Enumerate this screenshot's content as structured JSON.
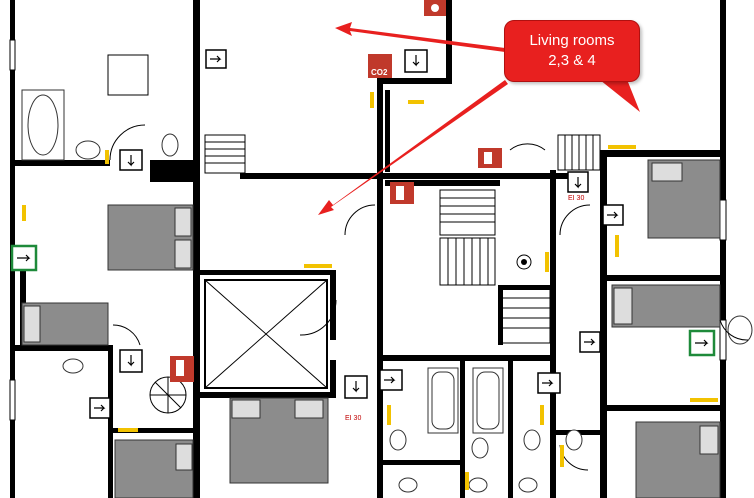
{
  "callout": {
    "line1": "Living rooms",
    "line2": "2,3 & 4",
    "color": "#e8201f"
  },
  "labels": {
    "co2": "CO2",
    "fire_rating_1": "EI 30",
    "fire_rating_2": "EI 30"
  },
  "colors": {
    "wall": "#000000",
    "furniture": "#8c8c8c",
    "extinguisher": "#c0392b",
    "exit_sign_green": "#1e8a3a",
    "door_marker_yellow": "#f2c200"
  },
  "icons": [
    "fire-extinguisher-icon",
    "co2-extinguisher-icon",
    "smoke-detector-icon",
    "exit-sign-icon",
    "emergency-light-icon",
    "arrow-icon"
  ]
}
